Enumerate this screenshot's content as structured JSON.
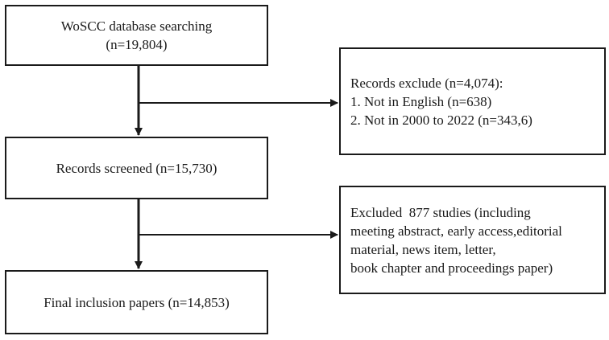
{
  "boxes": {
    "search": {
      "line1": "WoSCC database searching",
      "line2": "(n=19,804)"
    },
    "exclude1": {
      "title": "Records exclude (n=4,074):",
      "item1": "1. Not in English (n=638)",
      "item2": "2. Not in 2000 to 2022 (n=343,6)"
    },
    "screened": {
      "text": "Records screened (n=15,730)"
    },
    "exclude2": {
      "line1": "Excluded  877 studies (including",
      "line2": "meeting abstract, early access,editorial",
      "line3": "material, news item, letter,",
      "line4": "book chapter and proceedings paper)"
    },
    "final": {
      "text": "Final inclusion papers (n=14,853)"
    }
  }
}
